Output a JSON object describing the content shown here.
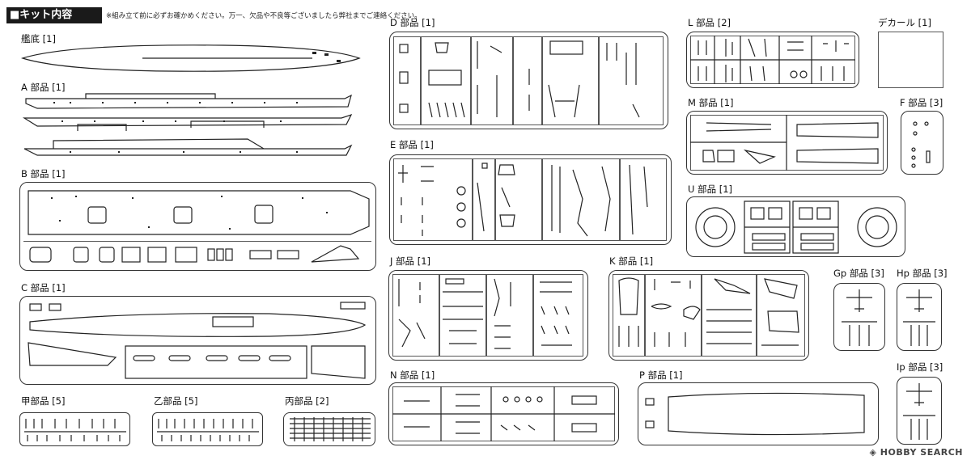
{
  "header": {
    "title": "キット内容",
    "note": "※組み立て前に必ずお確かめください。万一、欠品や不良等ございましたら弊社までご連絡ください。"
  },
  "parts": {
    "hull": "艦底 [1]",
    "a": "A 部品 [1]",
    "b": "B 部品 [1]",
    "c": "C 部品 [1]",
    "kou": "甲部品 [5]",
    "otsu": "乙部品 [5]",
    "hei": "丙部品 [2]",
    "d": "D 部品 [1]",
    "e": "E 部品 [1]",
    "j": "J 部品 [1]",
    "n": "N 部品 [1]",
    "k": "K 部品 [1]",
    "p": "P 部品 [1]",
    "l": "L 部品 [2]",
    "decal": "デカール [1]",
    "m": "M 部品 [1]",
    "f": "F 部品 [3]",
    "u": "U 部品 [1]",
    "gp": "Gp 部品 [3]",
    "hp": "Hp 部品 [3]",
    "ip": "Ip 部品 [3]"
  },
  "watermark": "HOBBY SEARCH"
}
